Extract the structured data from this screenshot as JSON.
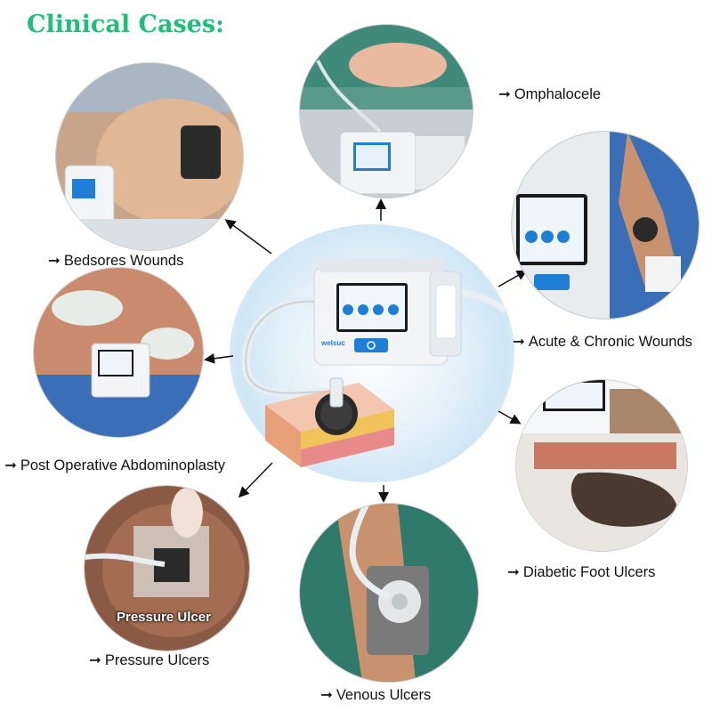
{
  "title": "Clinical Cases:",
  "arrow_glyph": "➞",
  "device_brand": "welsuc",
  "photo_caption": "Pressure Ulcer",
  "cases": [
    {
      "id": "omphalocele",
      "label": "Omphalocele"
    },
    {
      "id": "bedsores",
      "label": "Bedsores Wounds"
    },
    {
      "id": "acute-chronic",
      "label": "Acute & Chronic Wounds"
    },
    {
      "id": "abdominoplasty",
      "label": "Post Operative Abdominoplasty"
    },
    {
      "id": "diabetic-foot",
      "label": "Diabetic Foot Ulcers"
    },
    {
      "id": "pressure",
      "label": "Pressure Ulcers"
    },
    {
      "id": "venous",
      "label": "Venous Ulcers"
    }
  ],
  "colors": {
    "title": "#1fbf7a",
    "device_blue": "#1f7fd6",
    "wound_black": "#2a2a2a",
    "surgical_green": "#3a8a78"
  }
}
